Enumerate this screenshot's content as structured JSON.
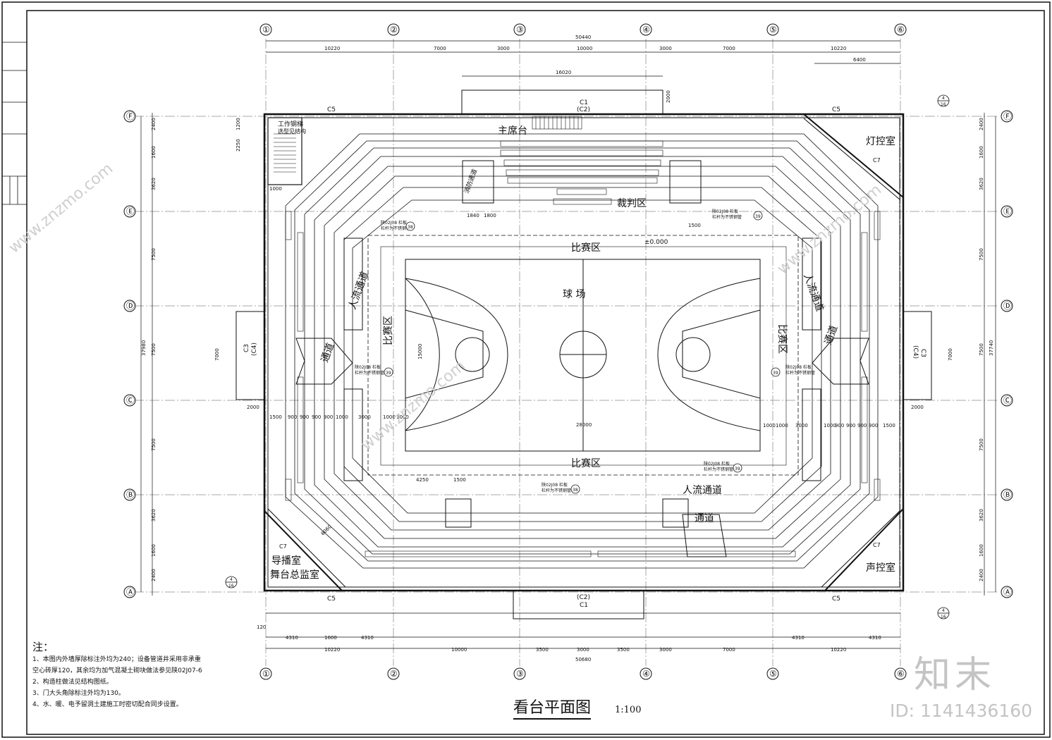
{
  "axes": {
    "columns": [
      "①",
      "②",
      "③",
      "④",
      "⑤",
      "⑥"
    ],
    "rows": [
      "Ⓕ",
      "Ⓔ",
      "Ⓓ",
      "Ⓒ",
      "Ⓑ",
      "Ⓐ"
    ]
  },
  "dimensions": {
    "top_total": "50440",
    "top_segments": [
      "10220",
      "7000",
      "3000",
      "10000",
      "3000",
      "7000",
      "10220"
    ],
    "top_width_16020": "16020",
    "top_6400": "6400",
    "bottom_total": "50680",
    "bottom_segments": [
      "10220",
      "10000",
      "3500",
      "3000",
      "3500",
      "3000",
      "7000",
      "10220"
    ],
    "bottom_sub": [
      "4310",
      "1600",
      "4310",
      "4310",
      "4310"
    ],
    "side_total_left": "37980",
    "side_total_right": "37740",
    "side_segments": [
      "2400",
      "1600",
      "3620",
      "7500",
      "7500",
      "7500",
      "3620",
      "1600",
      "2400"
    ],
    "door_7000": "7000",
    "door_2000": "2000",
    "court_length": "28000",
    "court_width": "15000",
    "row_dims": [
      "1500",
      "900",
      "900",
      "900",
      "900",
      "1000",
      "3000",
      "1000",
      "1000"
    ],
    "misc": [
      "2000",
      "1200",
      "2250",
      "1000",
      "1800",
      "1840",
      "1500",
      "4250",
      "1500",
      "6060",
      "120"
    ]
  },
  "labels": {
    "main_stand": "主席台",
    "referee_area": "裁判区",
    "competition_area_top": "比赛区",
    "competition_area_bottom": "比赛区",
    "competition_area_left": "比赛区",
    "competition_area_right": "比赛区",
    "court": "球 场",
    "people_passage_left": "人流通道",
    "people_passage_right": "人流通道",
    "people_passage_bottom": "人流通道",
    "passage_left": "通道",
    "passage_right": "通道",
    "passage_bottom": "通道",
    "light_control": "灯控室",
    "sound_control": "声控室",
    "director_room": "导播室",
    "stage_supervisor": "舞台总监室",
    "work_stairs": "工作钢梯",
    "see_structure": "选型见结构",
    "fire_stair": "消防通道",
    "elevation": "±0.000",
    "railing_note": "栏杆为不锈钢管",
    "railing_ref": "陕02J08 栏板",
    "window_c1": "C1",
    "window_c2": "(C2)",
    "window_c3": "C3",
    "window_c4": "(C4)",
    "window_c5": "C5",
    "window_c7": "C7",
    "detail_ref": "4",
    "detail_sheet": "16",
    "detail_num_38": "38",
    "detail_num_39": "39"
  },
  "notes": {
    "title": "注：",
    "items": [
      "1、本图内外墙厚除标注外均为240；设备管道井采用非承重",
      "   空心砖厚120，其余均为加气混凝土砌块做法参见陕02J07-6",
      "2、构造柱做法见结构图纸。",
      "3、门大头角除标注外均为130。",
      "4、水、暖、电予留洞土建施工时密切配合同步设置。"
    ]
  },
  "title_block": {
    "drawing_title": "看台平面图",
    "scale": "1:100"
  },
  "watermark": {
    "brand": "知末",
    "id": "ID: 1141436160",
    "url": "www.znzmo.com"
  }
}
